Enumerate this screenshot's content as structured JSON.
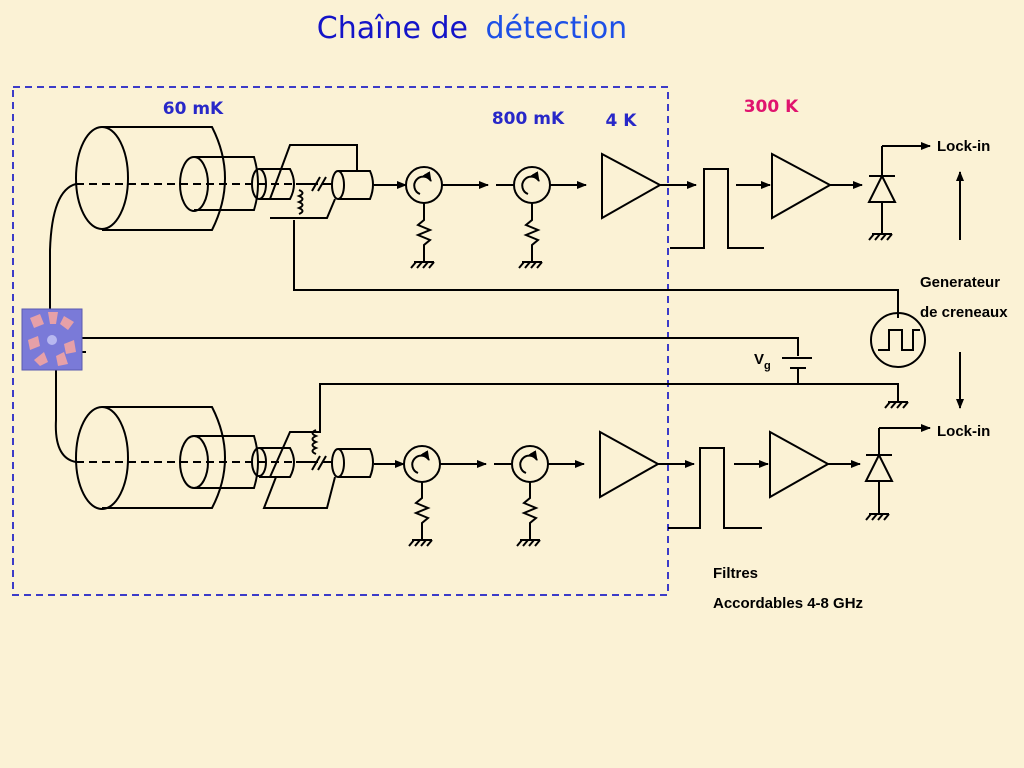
{
  "title": {
    "part1": "Chaîne de",
    "part2": "détection",
    "color1": "#1414C8",
    "color2": "#1E50E6"
  },
  "temperatures": {
    "t60mk": "60 mK",
    "t800mk": "800 mK",
    "t4k": "4 K",
    "t300k": "300 K",
    "cold_color": "#2828C8",
    "warm_color": "#E0146E"
  },
  "labels": {
    "lockin_top": "Lock-in",
    "lockin_bottom": "Lock-in",
    "generator_line1": "Generateur",
    "generator_line2": "de creneaux",
    "vg_main": "V",
    "vg_sub": "g",
    "filters_line1": "Filtres",
    "filters_line2": "Accordables 4-8 GHz"
  },
  "colors": {
    "background": "#FBF2D5",
    "dashed_box": "#3C3CC8",
    "sample_chip": "#7A7AD8"
  }
}
